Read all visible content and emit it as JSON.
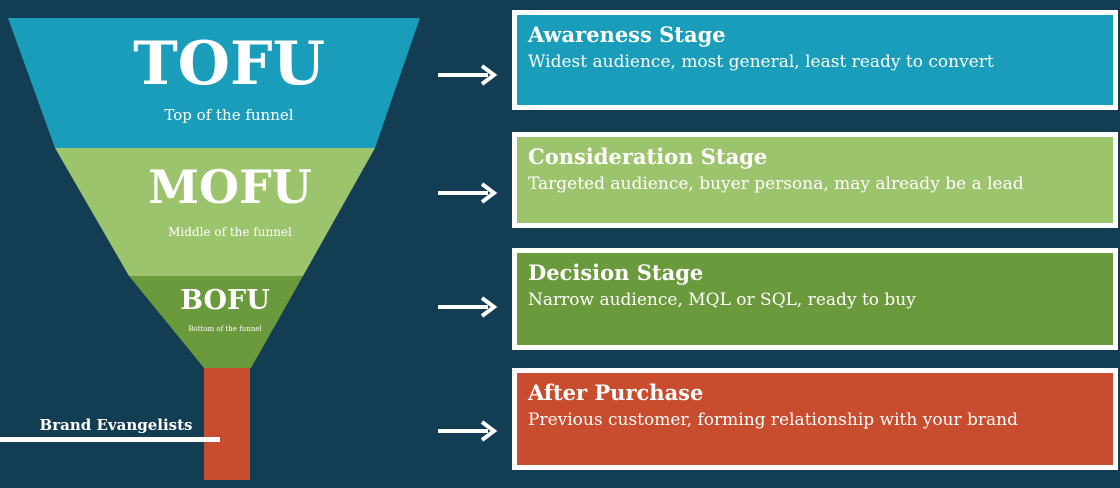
{
  "colors": {
    "background": "#133d52",
    "tofu": "#1a9dba",
    "mofu": "#9cc46c",
    "bofu": "#6a9a3c",
    "after": "#c84c2e",
    "white": "#ffffff"
  },
  "funnel": {
    "tofu": {
      "label": "TOFU",
      "sublabel": "Top of the funnel"
    },
    "mofu": {
      "label": "MOFU",
      "sublabel": "Middle of the funnel"
    },
    "bofu": {
      "label": "BOFU",
      "sublabel": "Bottom of the funnel"
    },
    "evangelists_label": "Brand Evangelists"
  },
  "stages": [
    {
      "title": "Awareness Stage",
      "description": "Widest audience, most general, least ready to convert"
    },
    {
      "title": "Consideration Stage",
      "description": "Targeted audience, buyer persona, may already be a lead"
    },
    {
      "title": "Decision Stage",
      "description": "Narrow audience, MQL or SQL, ready to buy"
    },
    {
      "title": "After Purchase",
      "description": "Previous customer, forming relationship with your brand"
    }
  ]
}
